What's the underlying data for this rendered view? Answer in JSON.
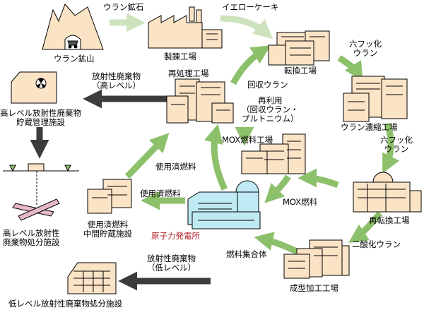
{
  "facilities": {
    "uranium_mine": "ウラン鉱山",
    "refinery": "製錬工場",
    "conversion": "転換工場",
    "enrichment": "ウラン濃縮工場",
    "reconversion": "再転換工場",
    "fabrication": "成型加工工場",
    "reprocessing": "再処理工場",
    "mox_plant": "MOX燃料工場",
    "nuclear_plant": "原子力発電所",
    "interim_storage": "使用済燃料\n中間貯蔵施設",
    "hlw_storage": "高レベル放射性廃棄物\n貯蔵管理施設",
    "hlw_disposal": "高レベル放射性\n廃棄物処分施設",
    "llw_disposal": "低レベル放射性廃棄物処分施設"
  },
  "flows": {
    "uranium_ore": "ウラン鉱石",
    "yellowcake": "イエローケーキ",
    "uf6_1": "六フッ化\nウラン",
    "uf6_2": "六フッ化\nウラン",
    "uranium_dioxide": "二酸化ウラン",
    "fuel_assembly": "燃料集合体",
    "mox_fuel": "MOX燃料",
    "spent_fuel_1": "使用済燃料",
    "spent_fuel_2": "使用済燃料",
    "recovered_uranium": "回収ウラン",
    "reuse": "再利用\n（回収ウラン・\nプルトニウム）",
    "hlw": "放射性廃棄物\n（高レベル）",
    "llw": "放射性廃棄物\n（低レベル）"
  },
  "colors": {
    "building_fill": "#fbe3c6",
    "plant_fill": "#bfeaf3",
    "green_arrow": "#8dc06a",
    "light_arrow": "#cde3bd",
    "dark_arrow": "#3c3c3c",
    "plant_label": "#b0232a"
  }
}
